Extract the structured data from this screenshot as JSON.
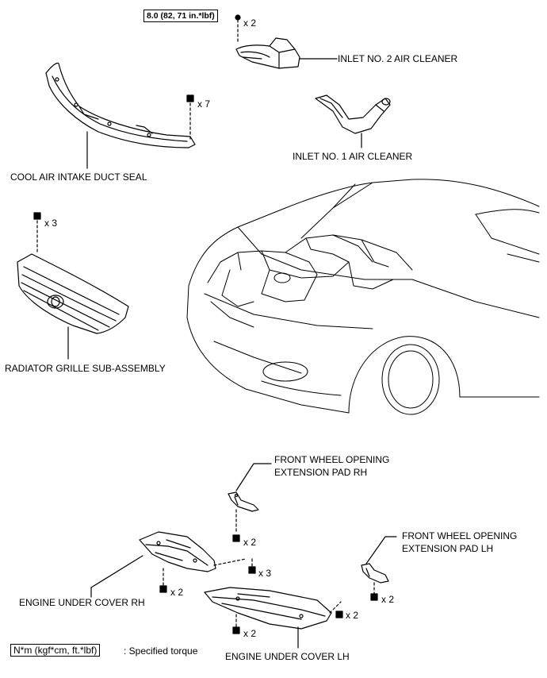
{
  "torque_spec": "8.0 (82, 71 in.*lbf)",
  "quantities": {
    "inlet2_clip": "x 2",
    "duct_seal_clip": "x 7",
    "grille_bolt": "x 3",
    "pad_rh_screw": "x 2",
    "center_clip": "x 3",
    "cover_rh_clip": "x 2",
    "cover_lh_clip_front": "x 2",
    "cover_lh_clip_side": "x 2",
    "pad_lh_screw": "x 2"
  },
  "labels": {
    "inlet_no2": "INLET NO. 2 AIR CLEANER",
    "inlet_no1": "INLET NO. 1 AIR CLEANER",
    "cool_air_duct_seal": "COOL AIR INTAKE DUCT SEAL",
    "radiator_grille": "RADIATOR GRILLE SUB-ASSEMBLY",
    "pad_rh_line1": "FRONT WHEEL OPENING",
    "pad_rh_line2": "EXTENSION PAD RH",
    "pad_lh_line1": "FRONT WHEEL OPENING",
    "pad_lh_line2": "EXTENSION PAD LH",
    "engine_cover_rh": "ENGINE UNDER COVER RH",
    "engine_cover_lh": "ENGINE UNDER COVER LH"
  },
  "legend": {
    "unit": "N*m (kgf*cm, ft.*lbf)",
    "text": ": Specified torque"
  }
}
